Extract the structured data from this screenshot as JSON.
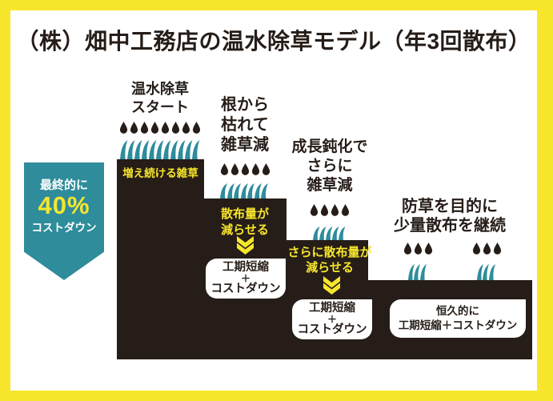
{
  "title": "（株）畑中工務店の温水除草モデル（年3回散布）",
  "badge": {
    "line1": "最終的に",
    "percent": "40%",
    "line2": "コストダウン"
  },
  "colors": {
    "frame_yellow": "#F7E62C",
    "dark_brown": "#261D18",
    "teal": "#2E8C9B",
    "white": "#FFFFFF"
  },
  "steps": [
    {
      "header1": "温水除草",
      "header2": "スタート",
      "droplets": 8,
      "grass_blades": 11,
      "label1": "増え続ける雑草"
    },
    {
      "header1": "根から",
      "header2": "枯れて",
      "header3": "雑草減",
      "droplets": 5,
      "grass_blades": 7,
      "label1": "散布量が",
      "label2": "減らせる",
      "box1": "工期短縮",
      "box2": "＋",
      "box3": "コストダウン"
    },
    {
      "header1": "成長鈍化で",
      "header2": "さらに",
      "header3": "雑草減",
      "droplets": 4,
      "grass_blades": 5,
      "label1": "さらに散布量が",
      "label2": "減らせる",
      "box1": "工期短縮",
      "box2": "＋",
      "box3": "コストダウン"
    },
    {
      "header1": "防草を目的に",
      "header2": "少量散布を継続",
      "droplet_group_a": 3,
      "droplet_group_b": 3,
      "grass_clump_a": 3,
      "grass_clump_b": 3,
      "box1": "恒久的に",
      "box2": "工期短縮＋コストダウン"
    }
  ]
}
